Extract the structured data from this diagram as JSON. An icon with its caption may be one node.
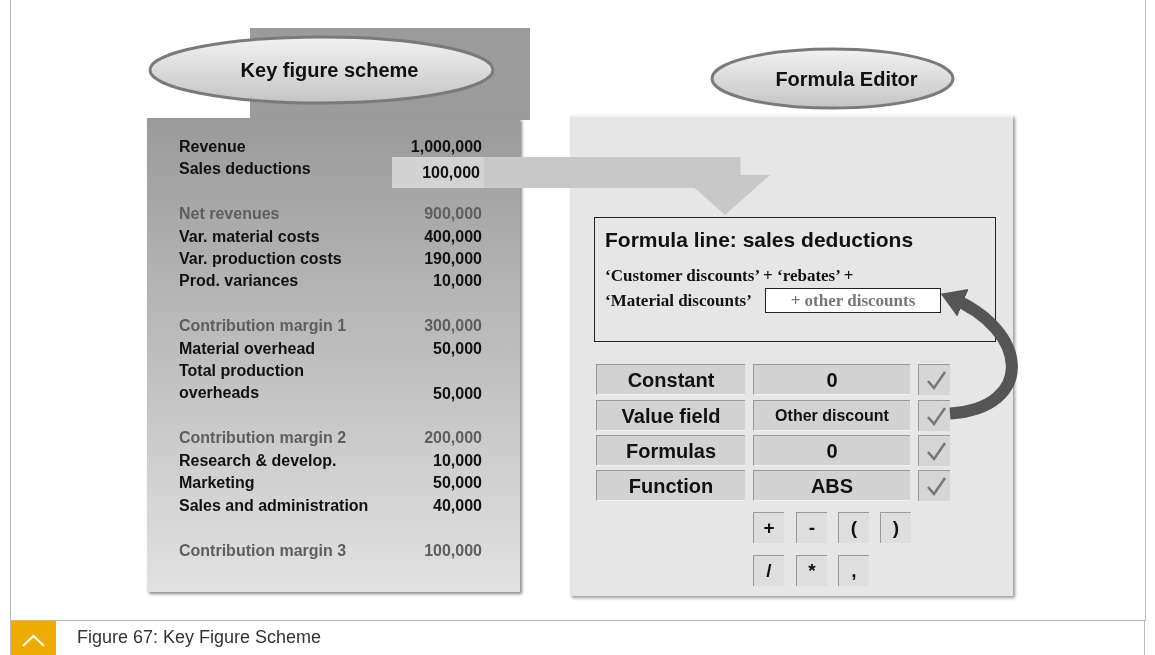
{
  "diagram": {
    "caption": "Figure 67: Key Figure Scheme",
    "nodes": [
      {
        "text": [
          "Key figure scheme"
        ]
      },
      {
        "text": [],
        "shape": "box"
      },
      {
        "text": [
          "100,000"
        ],
        "in": 1
      },
      {
        "text": [
          "Formula Editor"
        ]
      },
      {
        "text": [],
        "shape": "box"
      },
      {
        "text": [
          "Formula line: sales deductions",
          "‘Customer discounts’ + ‘rebates’ + ‘Material discounts’"
        ],
        "in": 4
      },
      {
        "text": [
          "+ other discounts"
        ],
        "in": 5
      },
      {
        "text": [
          "Constant"
        ],
        "in": 4
      },
      {
        "text": [
          "0"
        ],
        "in": 4
      },
      {
        "text": [],
        "shape": "box",
        "in": 4
      },
      {
        "text": [
          "Value field"
        ],
        "in": 4
      },
      {
        "text": [
          "Other discount"
        ],
        "in": 4
      },
      {
        "text": [],
        "shape": "box",
        "in": 4
      },
      {
        "text": [
          "Formulas"
        ],
        "in": 4
      },
      {
        "text": [
          "0"
        ],
        "in": 4
      },
      {
        "text": [],
        "shape": "box",
        "in": 4
      },
      {
        "text": [
          "Function"
        ],
        "in": 4
      },
      {
        "text": [
          "ABS"
        ],
        "in": 4
      },
      {
        "text": [],
        "shape": "box",
        "in": 4
      },
      {
        "text": [
          "+"
        ],
        "in": 4
      },
      {
        "text": [
          "-"
        ],
        "in": 4
      },
      {
        "text": [
          "("
        ],
        "in": 4
      },
      {
        "text": [
          ")"
        ],
        "in": 4
      },
      {
        "text": [
          "/"
        ],
        "in": 4
      },
      {
        "text": [
          "*"
        ],
        "in": 4
      },
      {
        "text": [
          ","
        ],
        "in": 4
      }
    ],
    "edges": [
      {
        "from": 2,
        "to": 5,
        "arrow": "to",
        "color": "#c8c8c8"
      },
      {
        "from": 12,
        "to": 6,
        "arrow": "to",
        "color": "#555555"
      }
    ],
    "labels": [
      "Revenue",
      "1,000,000",
      "Sales deductions",
      "Net revenues",
      "900,000",
      "Var. material costs",
      "400,000",
      "Var. production costs",
      "190,000",
      "Prod. variances",
      "10,000",
      "Contribution margin 1",
      "300,000",
      "Material overhead",
      "50,000",
      "Total production overheads",
      "50,000",
      "Contribution margin 2",
      "200,000",
      "Research & develop.",
      "10,000",
      "Marketing",
      "50,000",
      "Sales and administration",
      "40,000",
      "Contribution margin 3",
      "100,000"
    ]
  }
}
